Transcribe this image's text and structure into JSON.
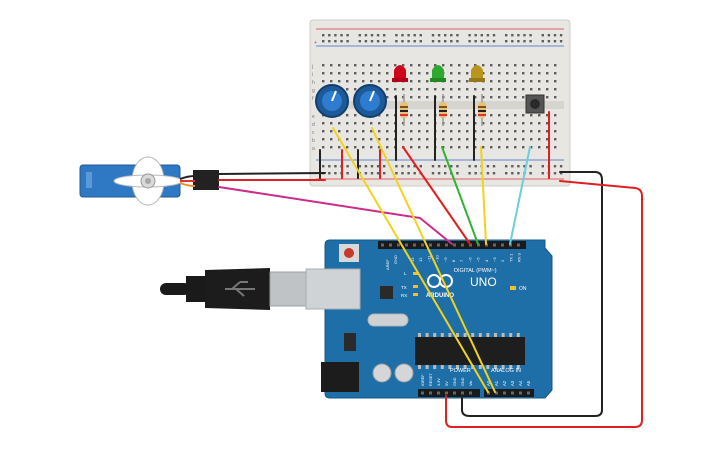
{
  "board": {
    "brand": "ARDUINO",
    "model": "UNO",
    "digital_label": "DIGITAL (PWM~)",
    "analog_label": "ANALOG IN",
    "power_label": "POWER",
    "on_label": "ON",
    "tx_label": "TX",
    "rx_label": "RX",
    "l_label": "L",
    "aref_label": "AREF",
    "gnd_label": "GND",
    "digital_pins": [
      "13",
      "12",
      "~11",
      "~10",
      "~9",
      "8",
      "7",
      "~6",
      "~5",
      "4",
      "~3",
      "2",
      "TX 1",
      "RX 0"
    ],
    "power_pins": [
      "IOREF",
      "RESET",
      "3.3V",
      "5V",
      "GND",
      "GND",
      "Vin"
    ],
    "analog_pins": [
      "A0",
      "A1",
      "A2",
      "A3",
      "A4",
      "A5"
    ]
  },
  "breadboard": {
    "row_letters_top": [
      "j",
      "i",
      "h",
      "g",
      "f"
    ],
    "row_letters_bottom": [
      "e",
      "d",
      "c",
      "b",
      "a"
    ],
    "plus_sign": "+",
    "minus_sign": "−"
  },
  "components": {
    "leds": [
      {
        "name": "red-led",
        "color": "#d0021b"
      },
      {
        "name": "green-led",
        "color": "#2ea82e"
      },
      {
        "name": "yellow-led",
        "color": "#b8961e"
      }
    ],
    "potentiometers": 2,
    "pushbuttons": 1,
    "servo": 1,
    "usb_cable": 1
  },
  "wire_colors": {
    "red": "#e02020",
    "black": "#222222",
    "yellow": "#f2d21b",
    "green": "#33b233",
    "cyan": "#6ccfdc",
    "magenta": "#cc2b8a",
    "orange": "#f08a24"
  }
}
